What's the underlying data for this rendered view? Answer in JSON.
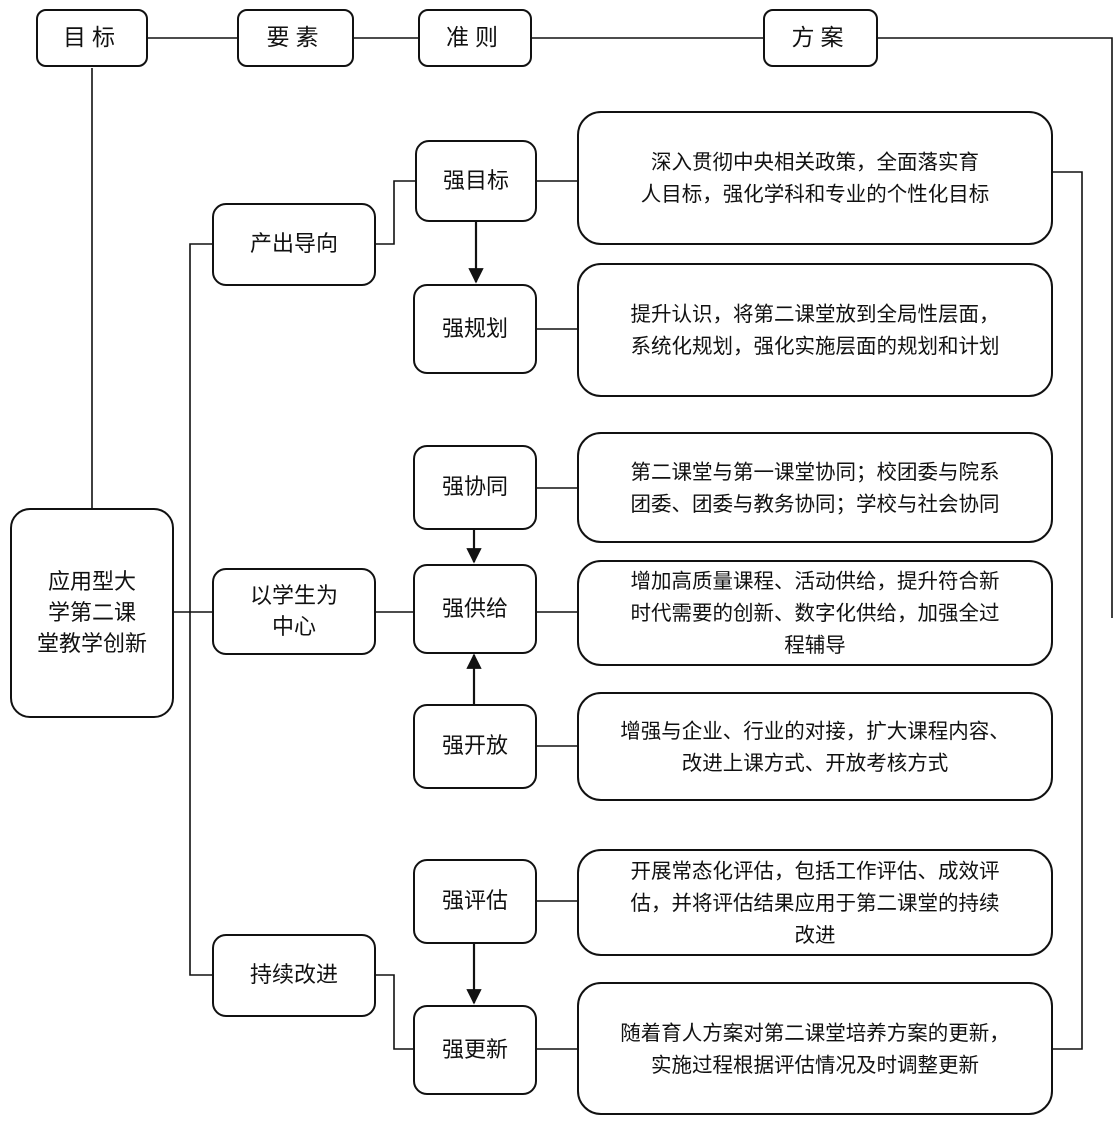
{
  "headers": {
    "goal": "目标",
    "elements": "要素",
    "principles": "准则",
    "plans": "方案"
  },
  "root": {
    "line1": "应用型大",
    "line2": "学第二课",
    "line3": "堂教学创新"
  },
  "elements": {
    "output": "产出导向",
    "student_line1": "以学生为",
    "student_line2": "中心",
    "improve": "持续改进"
  },
  "principles": {
    "goal": "强目标",
    "plan": "强规划",
    "synergy": "强协同",
    "supply": "强供给",
    "open": "强开放",
    "evaluate": "强评估",
    "update": "强更新"
  },
  "plans": {
    "goal": {
      "line1": "深入贯彻中央相关政策，全面落实育",
      "line2": "人目标，强化学科和专业的个性化目标"
    },
    "plan": {
      "line1": "提升认识，将第二课堂放到全局性层面，",
      "line2": "系统化规划，强化实施层面的规划和计划"
    },
    "synergy": {
      "line1": "第二课堂与第一课堂协同；校团委与院系",
      "line2": "团委、团委与教务协同；学校与社会协同"
    },
    "supply": {
      "line1": "增加高质量课程、活动供给，提升符合新",
      "line2": "时代需要的创新、数字化供给，加强全过",
      "line3": "程辅导"
    },
    "open": {
      "line1": "增强与企业、行业的对接，扩大课程内容、",
      "line2": "改进上课方式、开放考核方式"
    },
    "evaluate": {
      "line1": "开展常态化评估，包括工作评估、成效评",
      "line2": "估，并将评估结果应用于第二课堂的持续",
      "line3": "改进"
    },
    "update": {
      "line1": "随着育人方案对第二课堂培养方案的更新，",
      "line2": "实施过程根据评估情况及时调整更新"
    }
  }
}
